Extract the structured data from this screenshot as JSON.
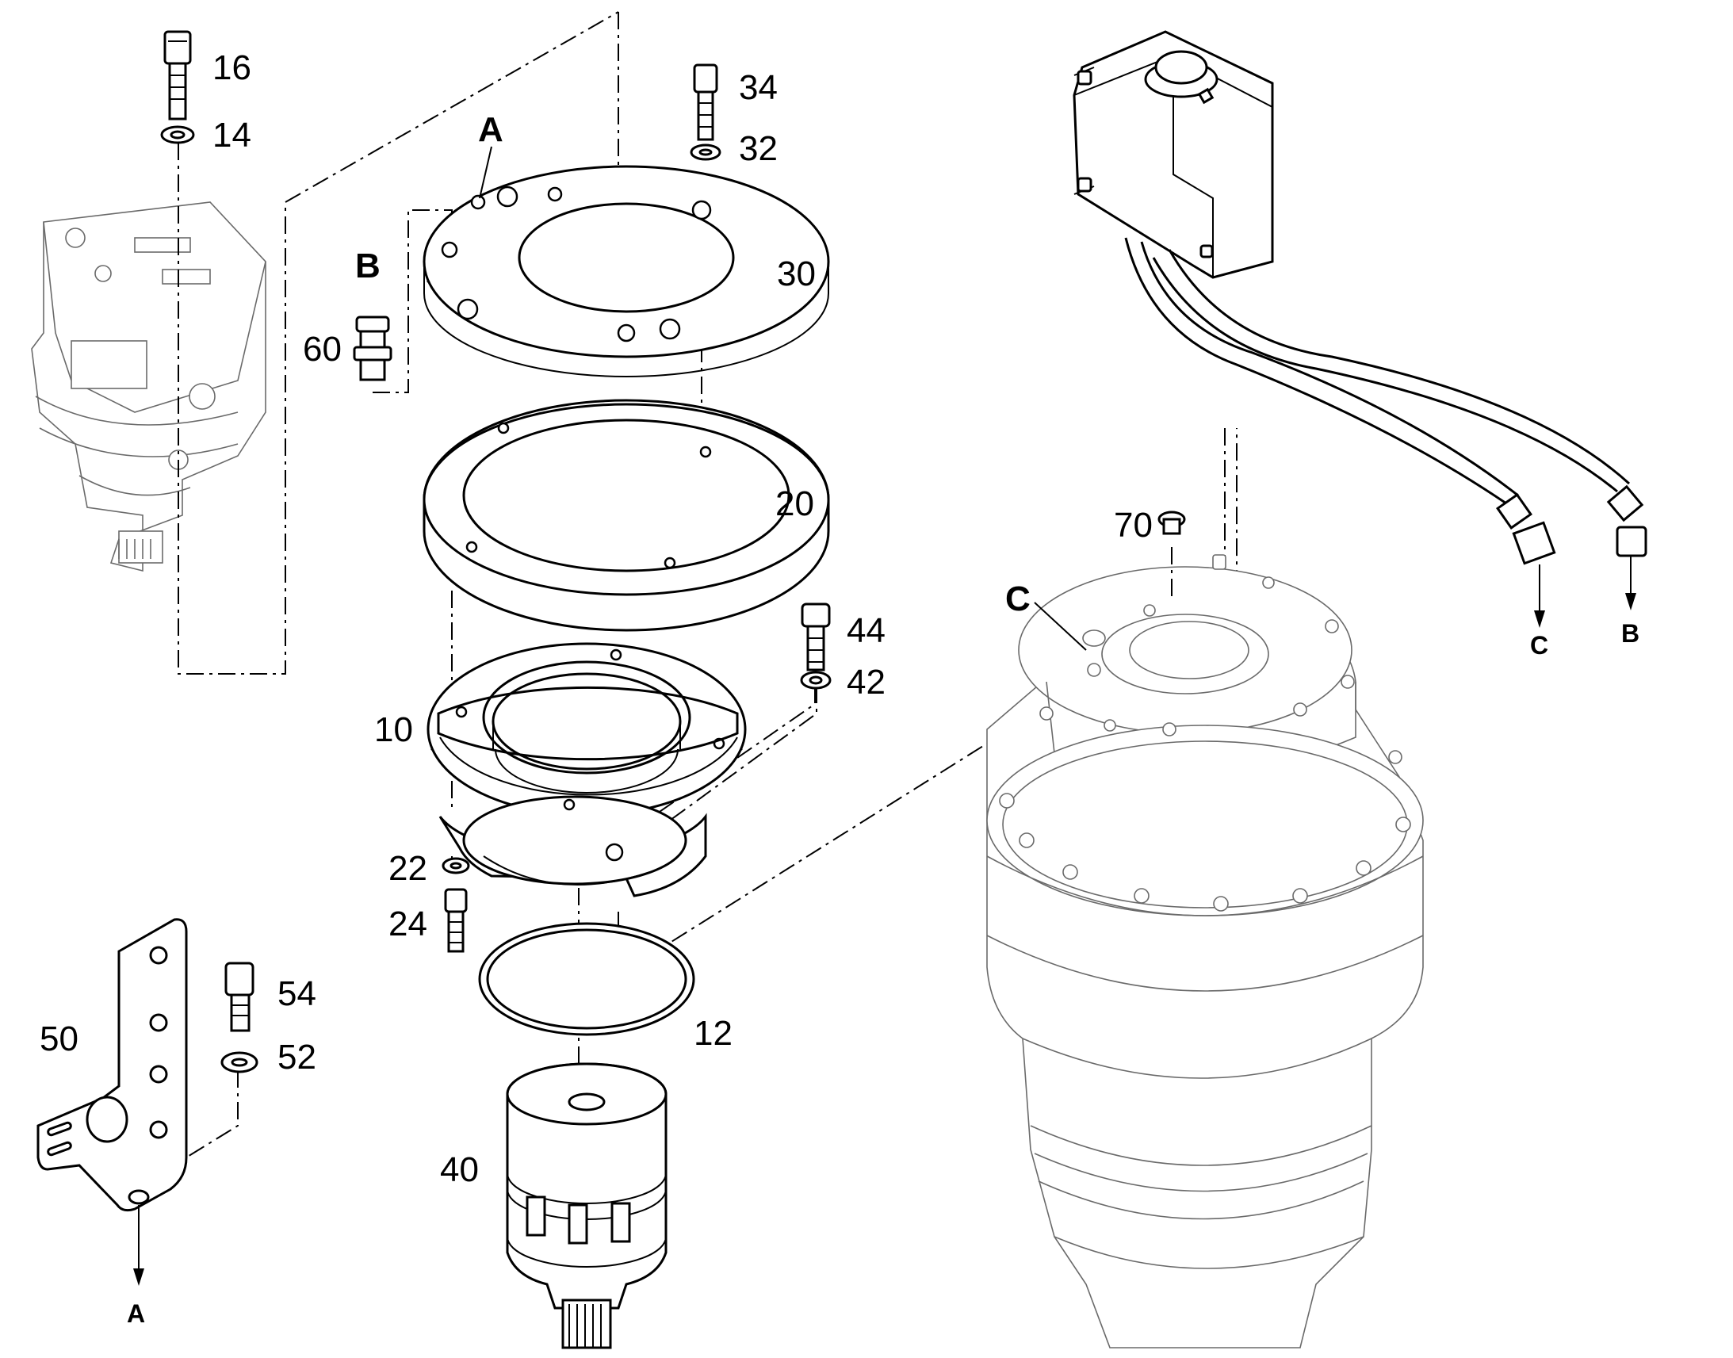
{
  "colors": {
    "background": "#ffffff",
    "line": "#000000",
    "ghost": "#6a6a6a"
  },
  "labels": {
    "p16": "16",
    "p14": "14",
    "p34": "34",
    "p32": "32",
    "p30": "30",
    "p60": "60",
    "p20": "20",
    "p44": "44",
    "p42": "42",
    "p10": "10",
    "p22": "22",
    "p24": "24",
    "p12": "12",
    "p54": "54",
    "p52": "52",
    "p50": "50",
    "p40": "40",
    "p70": "70"
  },
  "refs": {
    "a_top": "A",
    "b_left": "B",
    "c_gearbox": "C",
    "a_bottom": "A",
    "c_hose": "C",
    "b_hose": "B"
  }
}
